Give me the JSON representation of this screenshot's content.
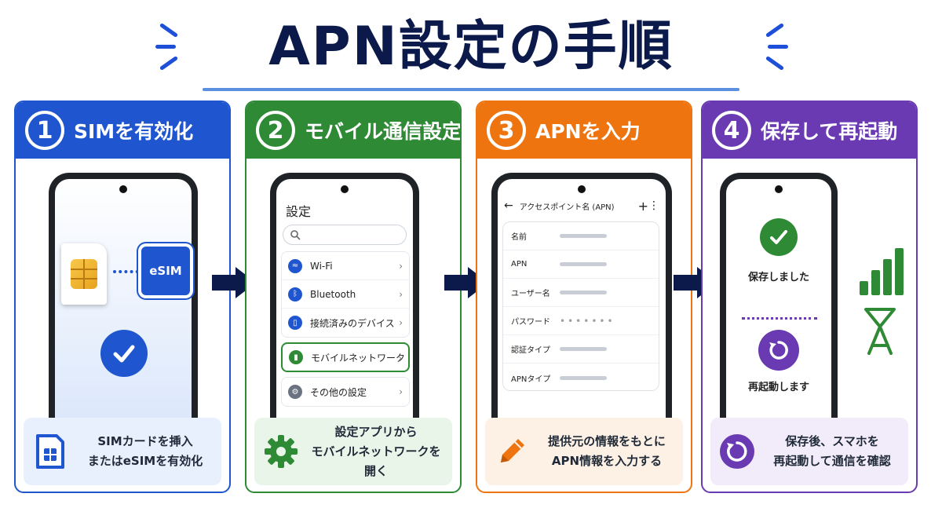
{
  "title": "APN設定の手順",
  "colors": {
    "title": "#0b1a4a",
    "step1": "#1f55cf",
    "step2": "#2e8a35",
    "step3": "#ee7410",
    "step4": "#6a3ab2"
  },
  "steps": [
    {
      "number": "1",
      "title": "SIMを有効化",
      "esim_label": "eSIM",
      "caption_line1": "SIMカードを挿入",
      "caption_line2": "またはeSIMを有効化",
      "icons": [
        "sim-card-icon",
        "esim-chip-icon",
        "check-icon",
        "sim-card-outline-icon"
      ]
    },
    {
      "number": "2",
      "title": "モバイル通信設定",
      "screen_title": "設定",
      "search_icon": "search-icon",
      "menu": [
        {
          "label": "Wi-Fi",
          "icon": "wifi-icon"
        },
        {
          "label": "Bluetooth",
          "icon": "bluetooth-icon"
        },
        {
          "label": "接続済みのデバイス",
          "icon": "devices-icon"
        },
        {
          "label": "モバイルネットワーク",
          "icon": "signal-bars-icon",
          "highlighted": true
        },
        {
          "label": "その他の設定",
          "icon": "gear-icon"
        }
      ],
      "caption_line1": "設定アプリから",
      "caption_line2": "モバイルネットワークを開く"
    },
    {
      "number": "3",
      "title": "APNを入力",
      "screen_title": "アクセスポイント名 (APN)",
      "fields": [
        {
          "label": "名前"
        },
        {
          "label": "APN"
        },
        {
          "label": "ユーザー名"
        },
        {
          "label": "パスワード",
          "masked": "•••••••"
        },
        {
          "label": "認証タイプ"
        },
        {
          "label": "APNタイプ"
        }
      ],
      "caption_line1": "提供元の情報をもとに",
      "caption_line2": "APN情報を入力する"
    },
    {
      "number": "4",
      "title": "保存して再起動",
      "saved_text": "保存しました",
      "restart_text": "再起動します",
      "caption_line1": "保存後、スマホを",
      "caption_line2": "再起動して通信を確認"
    }
  ]
}
